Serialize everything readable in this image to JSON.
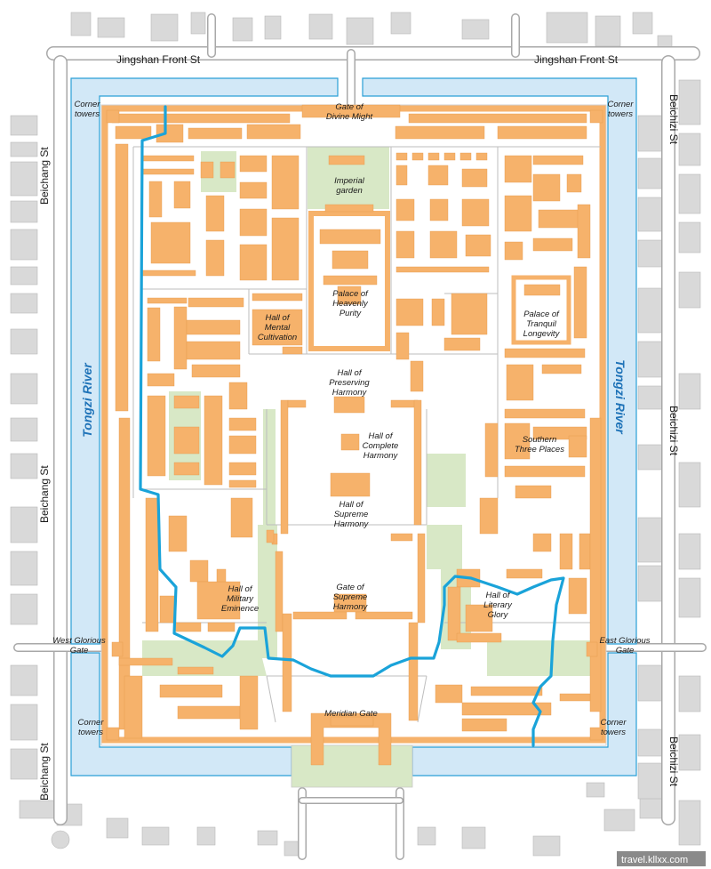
{
  "colors": {
    "background": "#ffffff",
    "road_fill": "#ffffff",
    "road_edge": "#a8a8a8",
    "outer_building": "#d9d9d9",
    "moat_fill": "#d2e8f7",
    "moat_edge": "#2a9fd6",
    "palace_ground": "#ffffff",
    "garden": "#d8e8c6",
    "building": "#f6b26b",
    "river_line": "#1aa3d9",
    "river_label": "#1f73b8",
    "wall_line": "#bdbdbd"
  },
  "streets": {
    "north_left": "Jingshan Front St",
    "north_right": "Jingshan Front St",
    "west_upper": "Beichang St",
    "west_middle": "Beichang St",
    "west_lower": "Beichang St",
    "east_upper": "Beichizi St",
    "east_middle": "Beichizi St",
    "east_lower": "Beichizi St"
  },
  "rivers": {
    "west": "Tongzi River",
    "east": "Tongzi River"
  },
  "places": {
    "corner_nw": [
      "Corner",
      "towers"
    ],
    "corner_ne": [
      "Corner",
      "towers"
    ],
    "corner_sw": [
      "Corner",
      "towers"
    ],
    "corner_se": [
      "Corner",
      "towers"
    ],
    "gate_divine_might": [
      "Gate of",
      "Divine Might"
    ],
    "imperial_garden": [
      "Imperial",
      "garden"
    ],
    "palace_heavenly_purity": [
      "Palace of",
      "Heavenly",
      "Purity"
    ],
    "hall_mental_cultivation": [
      "Hall of",
      "Mental",
      "Cultivation"
    ],
    "palace_tranquil_longevity": [
      "Palace of",
      "Tranquil",
      "Longevity"
    ],
    "hall_preserving_harmony": [
      "Hall of",
      "Preserving",
      "Harmony"
    ],
    "hall_complete_harmony": [
      "Hall of",
      "Complete",
      "Harmony"
    ],
    "southern_three_places": [
      "Southern",
      "Three Places"
    ],
    "hall_supreme_harmony": [
      "Hall of",
      "Supreme",
      "Harmony"
    ],
    "gate_supreme_harmony": [
      "Gate of",
      "Supreme",
      "Harmony"
    ],
    "hall_military_eminence": [
      "Hall of",
      "Military",
      "Eminence"
    ],
    "hall_literary_glory": [
      "Hall of",
      "Literary",
      "Glory"
    ],
    "west_glorious_gate": [
      "West Glorious",
      "Gate"
    ],
    "east_glorious_gate": [
      "East Glorious",
      "Gate"
    ],
    "meridian_gate": [
      "Meridian Gate"
    ]
  },
  "watermark": "travel.kllxx.com"
}
